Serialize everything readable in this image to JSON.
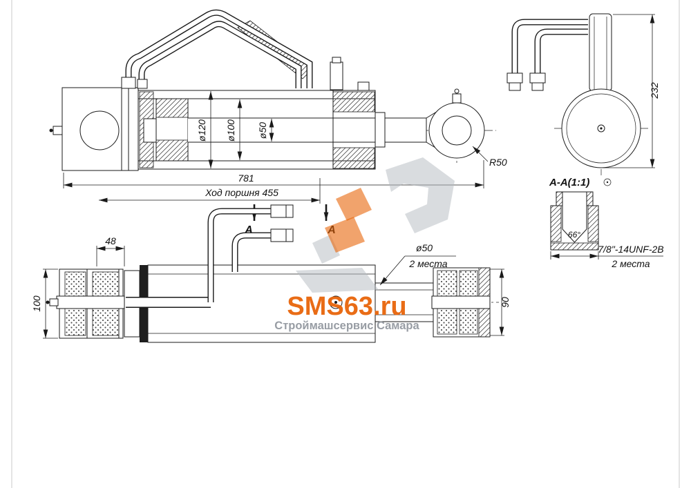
{
  "drawing": {
    "main_view": {
      "dia_120": "ø120",
      "dia_100": "ø100",
      "dia_50": "ø50",
      "length_total": "781",
      "stroke_label": "Ход поршня 455",
      "radius": "R50"
    },
    "end_view": {
      "height": "232"
    },
    "section_view": {
      "title": "А-А(1:1)",
      "angle": "66°",
      "thread": "7/8\"-14UNF-2B",
      "places": "2 места"
    },
    "bottom_view": {
      "marker": "А",
      "dim_48": "48",
      "dim_100": "100",
      "dim_90": "90",
      "port_dia": "ø50",
      "port_places": "2 места"
    }
  },
  "watermark": {
    "title": "SMS63.ru",
    "subtitle": "Строймашсервис Самара",
    "accent": "#e8650a",
    "gray": "#b4b9c0",
    "subtitle_color": "#8d939b"
  }
}
